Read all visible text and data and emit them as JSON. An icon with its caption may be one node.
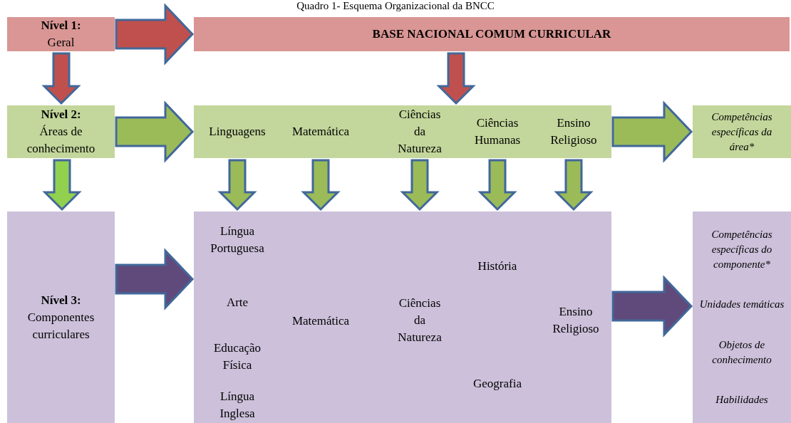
{
  "diagram": {
    "title": "Quadro 1- Esquema Organizacional da BNCC",
    "nodes": [
      {
        "text": [
          "Nível 1:",
          "Geral"
        ]
      },
      {
        "text": [
          "BASE NACIONAL  COMUM  CURRICULAR"
        ]
      },
      {
        "text": [
          "Nível 2:",
          "Áreas de conhecimento"
        ]
      },
      {
        "text": [],
        "shape": "box"
      },
      {
        "text": [
          "Linguagens"
        ],
        "in": 3
      },
      {
        "text": [
          "Matemática"
        ],
        "in": 3
      },
      {
        "text": [
          "Ciências da Natureza"
        ],
        "in": 3
      },
      {
        "text": [
          "Ciências Humanas"
        ],
        "in": 3
      },
      {
        "text": [
          "Ensino Religioso"
        ],
        "in": 3
      },
      {
        "text": [
          "Competências específicas da área*"
        ]
      },
      {
        "text": [
          "Nível 3:",
          "Componentes curriculares"
        ]
      },
      {
        "text": [],
        "shape": "box"
      },
      {
        "text": [
          "Língua Portuguesa"
        ],
        "in": 11
      },
      {
        "text": [
          "Arte"
        ],
        "in": 11
      },
      {
        "text": [
          "Educação Física"
        ],
        "in": 11
      },
      {
        "text": [
          "Língua Inglesa"
        ],
        "in": 11
      },
      {
        "text": [
          "Matemática"
        ],
        "in": 11
      },
      {
        "text": [
          "Ciências da Natureza"
        ],
        "in": 11
      },
      {
        "text": [
          "História"
        ],
        "in": 11
      },
      {
        "text": [
          "Geografia"
        ],
        "in": 11
      },
      {
        "text": [
          "Ensino Religioso"
        ],
        "in": 11
      },
      {
        "text": [
          "Competências específicas do componente*",
          "Unidades temáticas",
          "Objetos de conhecimento",
          "Habilidades"
        ]
      }
    ],
    "edges": [
      {
        "from": 0,
        "to": 1,
        "arrow": "to",
        "color": "#c0504d"
      },
      {
        "from": 0,
        "to": 2,
        "arrow": "to",
        "color": "#c0504d"
      },
      {
        "from": 1,
        "to": 3,
        "arrow": "to",
        "color": "#c0504d"
      },
      {
        "from": 2,
        "to": 3,
        "arrow": "to"
      },
      {
        "from": 3,
        "to": 9,
        "arrow": "to"
      },
      {
        "from": 2,
        "to": 10,
        "arrow": "to",
        "color": "#92d050"
      },
      {
        "from": 4,
        "to": 11,
        "arrow": "to"
      },
      {
        "from": 5,
        "to": 11,
        "arrow": "to"
      },
      {
        "from": 6,
        "to": 11,
        "arrow": "to"
      },
      {
        "from": 7,
        "to": 11,
        "arrow": "to"
      },
      {
        "from": 8,
        "to": 11,
        "arrow": "to"
      },
      {
        "from": 10,
        "to": 11,
        "arrow": "to",
        "color": "#604a7b"
      },
      {
        "from": 11,
        "to": 21,
        "arrow": "to",
        "color": "#604a7b"
      }
    ]
  }
}
